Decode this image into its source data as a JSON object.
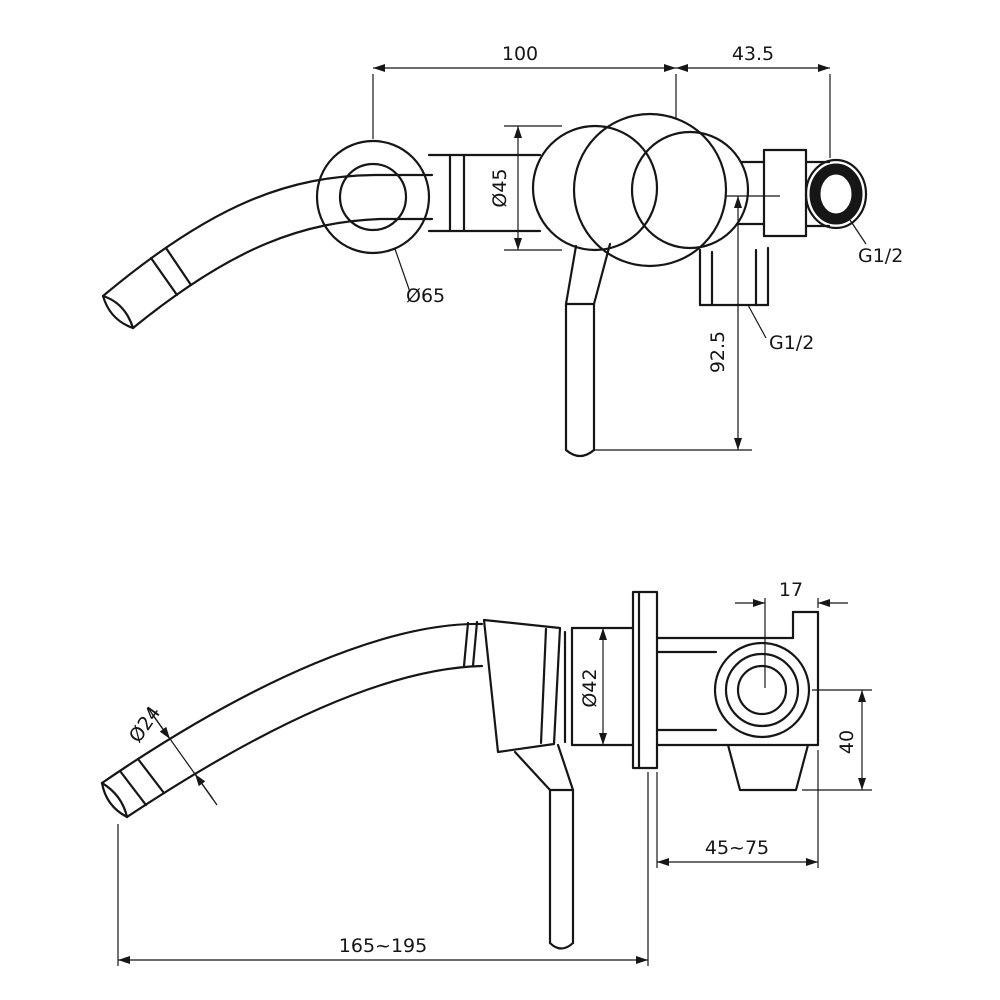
{
  "colors": {
    "background": "#ffffff",
    "line": "#161616"
  },
  "top_view": {
    "dim_spout_center_to_handle": "100",
    "dim_handle_to_inlet": "43.5",
    "dia_trim_sleeve": "Ø45",
    "dia_wall_flange": "Ø65",
    "thread_inlet": "G1/2",
    "thread_outlet": "G1/2",
    "dim_handle_drop": "92.5"
  },
  "bottom_view": {
    "dim_cap_width": "17",
    "dia_cartridge": "Ø42",
    "dia_spout_tube": "Ø24",
    "dim_outlet_drop": "40",
    "dim_wall_depth": "45~75",
    "dim_spout_reach": "165~195"
  }
}
